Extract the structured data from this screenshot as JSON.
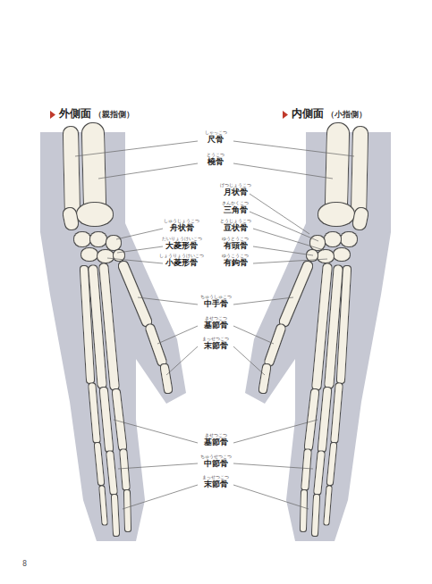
{
  "diagram": {
    "labels": [
      "外側面",
      "（親指側）",
      "内側面",
      "（小指側）",
      "しゃっこつ",
      "尺骨",
      "とうこつ",
      "橈骨",
      "げつじょうこつ",
      "月状骨",
      "さんかくこつ",
      "三角骨",
      "しゅうじょうこつ",
      "舟状骨",
      "とうじょうこつ",
      "豆状骨",
      "だいりょうけいこつ",
      "大菱形骨",
      "ゆうとうこつ",
      "有頭骨",
      "しょうりょうけいこつ",
      "小菱形骨",
      "ゆうこうこつ",
      "有鉤骨",
      "ちゅうしゅこつ",
      "中手骨",
      "きせつこつ",
      "基節骨",
      "まっせつこつ",
      "末節骨",
      "きせつこつ",
      "基節骨",
      "ちゅうせつこつ",
      "中節骨",
      "まっせつこつ",
      "末節骨",
      "8"
    ]
  }
}
